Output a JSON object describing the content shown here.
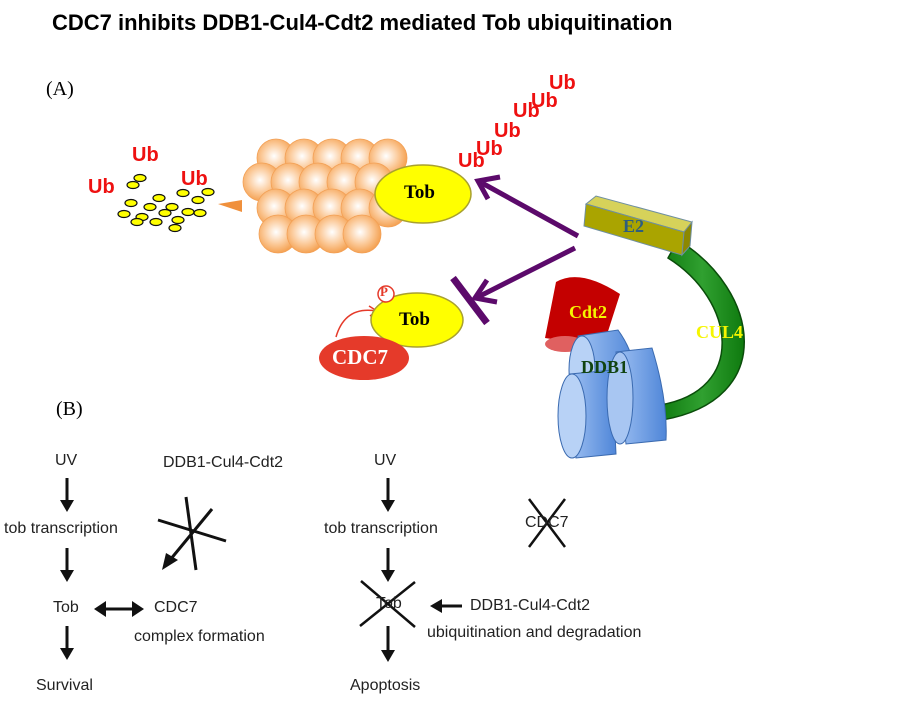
{
  "title": "CDC7 inhibits DDB1-Cul4-Cdt2 mediated Tob ubiquitination",
  "panel_a": {
    "label": "(A)",
    "ub_label": "Ub",
    "ub_free": [
      "Ub",
      "Ub",
      "Ub"
    ],
    "ub_chain": [
      "Ub",
      "Ub",
      "Ub",
      "Ub",
      "Ub",
      "Ub"
    ],
    "tob_top": "Tob",
    "tob_bottom": "Tob",
    "phospho": "P",
    "cdc7": "CDC7",
    "e2": "E2",
    "cdt2": "Cdt2",
    "ddb1": "DDB1",
    "cul4": "CUL4",
    "colors": {
      "ub": "#ee1111",
      "proteasome": "#f7a45c",
      "tob": "#ffff00",
      "arrow": "#5c0a6b",
      "cdc7": "#e53a2a",
      "e2": "#a8a400",
      "cdt2": "#c40000",
      "ddb1": "#6c9be0",
      "cul4": "#1f8f1f",
      "cul4_text": "#f5f500",
      "ddb1_text": "#114411"
    }
  },
  "panel_b": {
    "label": "(B)",
    "left": {
      "uv": "UV",
      "transcription": "tob transcription",
      "tob": "Tob",
      "outcome": "Survival",
      "inhibited_complex": "DDB1-Cul4-Cdt2",
      "partner": "CDC7",
      "partner_note": "complex formation"
    },
    "right": {
      "uv": "UV",
      "transcription": "tob transcription",
      "tob": "Tob",
      "outcome": "Apoptosis",
      "absent": "CDC7",
      "complex": "DDB1-Cul4-Cdt2",
      "complex_note": "ubiquitination and degradation"
    }
  }
}
